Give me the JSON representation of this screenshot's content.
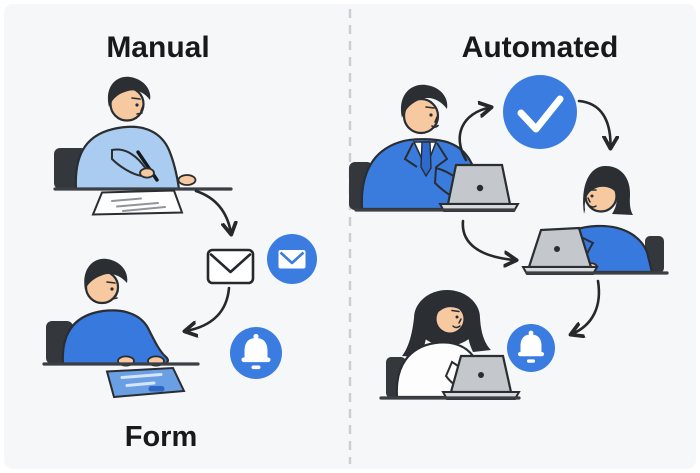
{
  "illustration": {
    "left_panel": {
      "title": "Manual",
      "caption": "Form",
      "icons": [
        "envelope-icon",
        "mail-badge-icon",
        "bell-badge-icon"
      ]
    },
    "right_panel": {
      "title": "Automated",
      "icons": [
        "check-badge-icon",
        "bell-badge-icon"
      ]
    },
    "colors": {
      "accent_blue": "#3a7ce0",
      "clothing_blue": "#3779dd",
      "light_shirt_blue": "#a9ccf0",
      "background": "#f6f7f8",
      "ink": "#26292c",
      "divider_gray": "#c9cdd4"
    }
  }
}
